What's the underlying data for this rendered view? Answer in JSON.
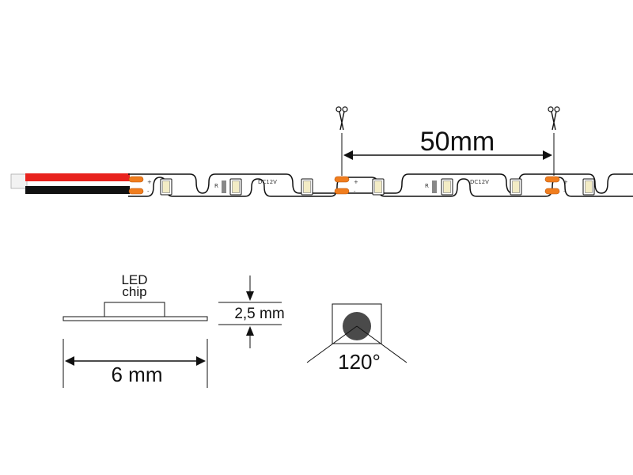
{
  "strip": {
    "segment_length_label": "50mm",
    "voltage_label": "DC12V",
    "resistor_label": "R",
    "plus_sign": "+",
    "minus_sign": "-",
    "cut_icon": "scissors-icon"
  },
  "cross_section": {
    "chip_label_line1": "LED",
    "chip_label_line2": "chip",
    "width_label": "6 mm",
    "height_label": "2,5 mm"
  },
  "beam": {
    "angle_label": "120°"
  },
  "colors": {
    "positive_wire": "#e8231d",
    "negative_wire": "#111111",
    "pad": "#f07d1e",
    "led": "#f3ecc5",
    "resistor": "#888888",
    "led_dome": "#4a4a4a"
  }
}
